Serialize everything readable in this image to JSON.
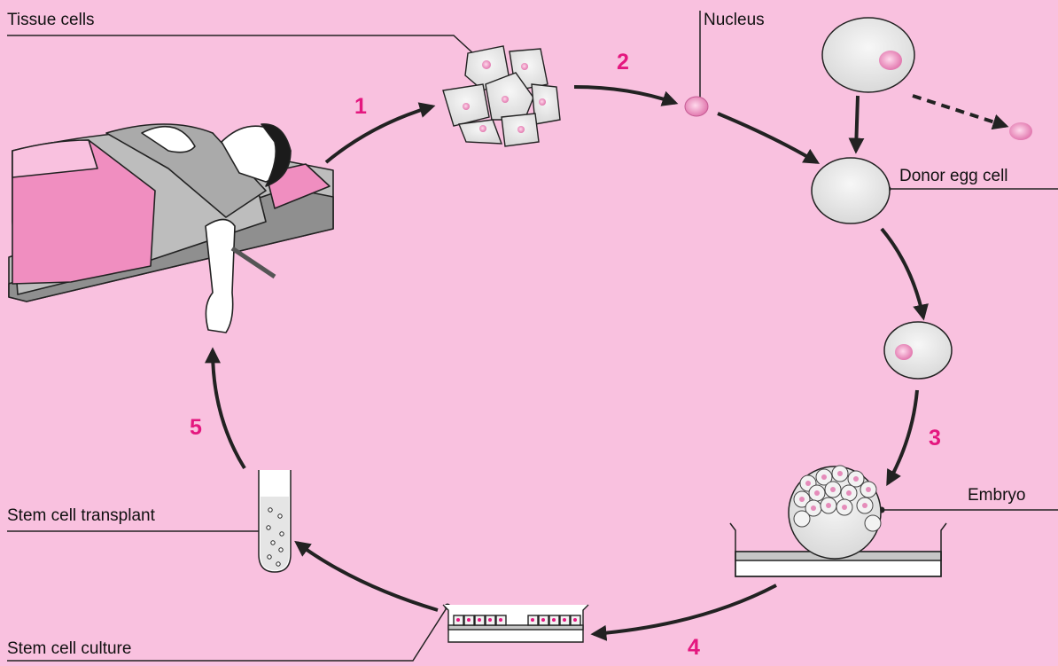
{
  "labels": {
    "tissue_cells": "Tissue cells",
    "nucleus": "Nucleus",
    "donor_egg_cell": "Donor egg cell",
    "embryo": "Embryo",
    "stem_cell_culture": "Stem cell culture",
    "stem_cell_transplant": "Stem cell transplant"
  },
  "steps": {
    "s1": "1",
    "s2": "2",
    "s3": "3",
    "s4": "4",
    "s5": "5"
  },
  "colors": {
    "background": "#f9c1df",
    "step_number": "#e4177f",
    "cell_fill": "#e6e6e6",
    "nucleus": "#e58cba",
    "sheet": "#f08ec0"
  }
}
